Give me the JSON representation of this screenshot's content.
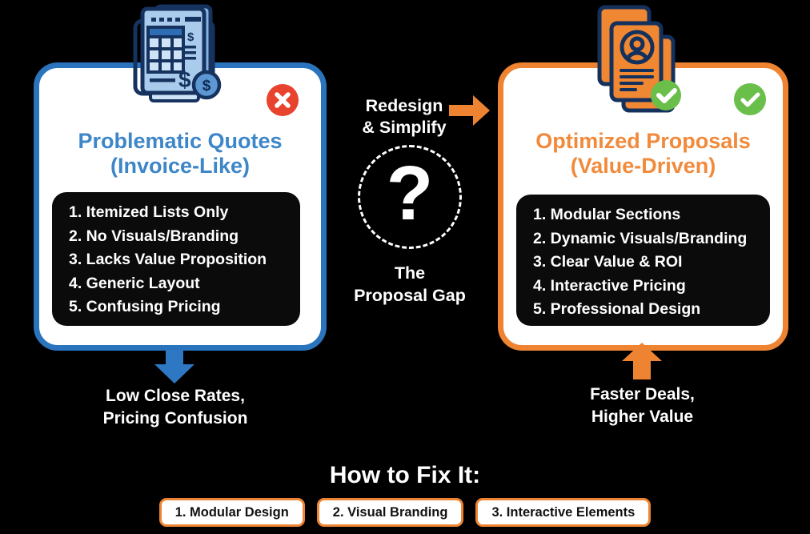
{
  "colors": {
    "background": "#000000",
    "blue_border": "#2a73bd",
    "blue_title": "#3d86c8",
    "blue_arrow": "#2e77c2",
    "orange": "#ee8431",
    "orange_title": "#f18a3b",
    "red_badge": "#e8432e",
    "green_badge": "#6abf4b",
    "list_box_bg": "#0b0b0b",
    "panel_bg": "#ffffff",
    "text_light": "#ffffff",
    "text_dark": "#111111",
    "icon_navy": "#16325e",
    "icon_light_blue": "#a9cbec",
    "icon_orange": "#ef8733"
  },
  "left_panel": {
    "icon": "invoice-calculator-icon",
    "status_icon": "x-circle-icon",
    "title_line1": "Problematic Quotes",
    "title_line2": "(Invoice-Like)",
    "items": [
      "1. Itemized Lists Only",
      "2. No Visuals/Branding",
      "3. Lacks Value Proposition",
      "4. Generic Layout",
      "5. Confusing Pricing"
    ],
    "arrow_icon": "arrow-down-icon",
    "outcome_line1": "Low Close Rates,",
    "outcome_line2": "Pricing Confusion"
  },
  "center": {
    "transition_line1": "Redesign",
    "transition_line2": "& Simplify",
    "transition_arrow_icon": "arrow-right-icon",
    "gap_icon": "question-mark-circle-icon",
    "gap_symbol": "?",
    "gap_line1": "The",
    "gap_line2": "Proposal Gap"
  },
  "right_panel": {
    "icon": "proposal-documents-icon",
    "status_icon": "check-circle-icon",
    "title_line1": "Optimized Proposals",
    "title_line2": "(Value-Driven)",
    "items": [
      "1. Modular Sections",
      "2. Dynamic Visuals/Branding",
      "3. Clear Value & ROI",
      "4. Interactive Pricing",
      "5. Professional Design"
    ],
    "arrow_icon": "arrow-up-icon",
    "outcome_line1": "Faster Deals,",
    "outcome_line2": "Higher Value"
  },
  "footer": {
    "heading": "How to Fix It:",
    "buttons": [
      "1. Modular Design",
      "2. Visual Branding",
      "3. Interactive Elements"
    ]
  }
}
